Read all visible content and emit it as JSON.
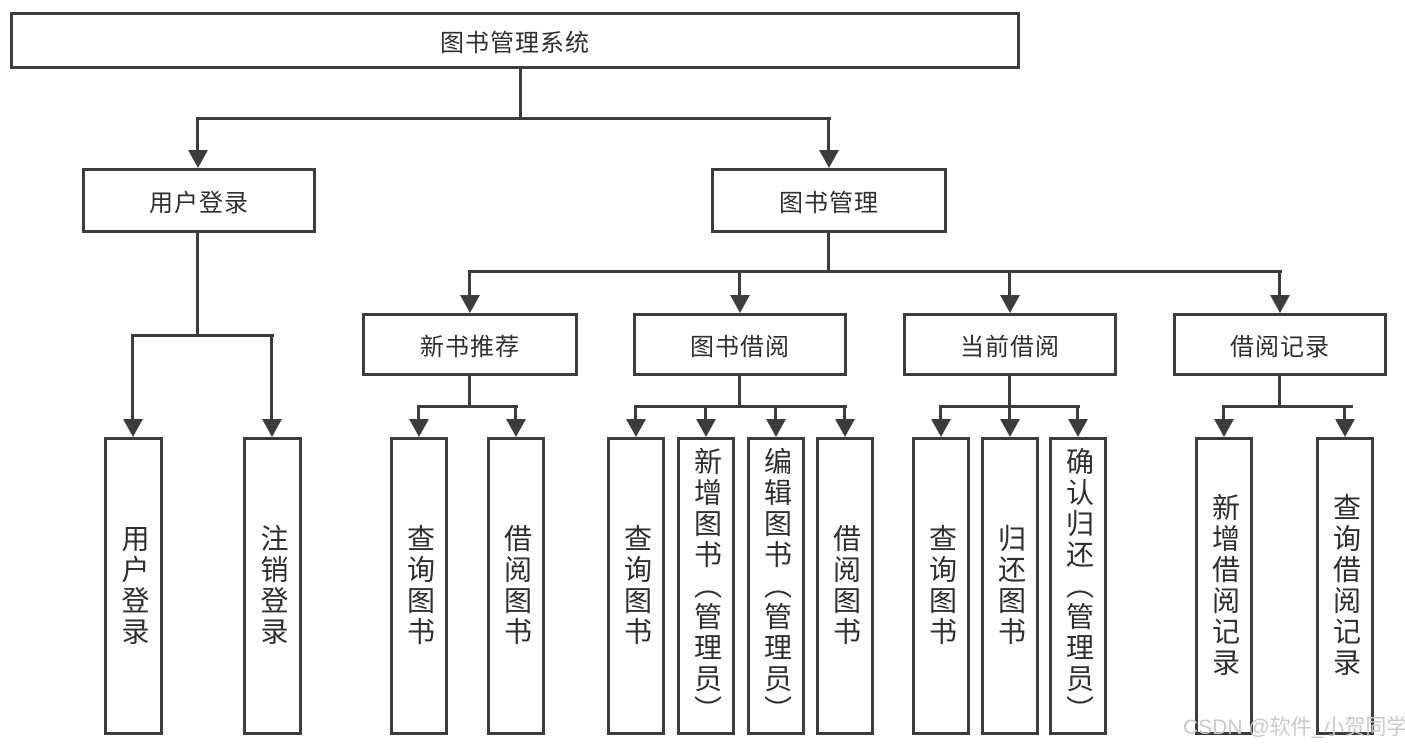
{
  "tree": {
    "root": {
      "label": "图书管理系统"
    },
    "user_login": {
      "label": "用户登录",
      "children": [
        {
          "label": "用户登录"
        },
        {
          "label": "注销登录"
        }
      ]
    },
    "book_management": {
      "label": "图书管理",
      "sections": [
        {
          "label": "新书推荐",
          "children": [
            {
              "label": "查询图书"
            },
            {
              "label": "借阅图书"
            }
          ]
        },
        {
          "label": "图书借阅",
          "children": [
            {
              "label": "查询图书"
            },
            {
              "label": "新增图书（管理员）"
            },
            {
              "label": "编辑图书（管理员）"
            },
            {
              "label": "借阅图书"
            }
          ]
        },
        {
          "label": "当前借阅",
          "children": [
            {
              "label": "查询图书"
            },
            {
              "label": "归还图书"
            },
            {
              "label": "确认归还（管理员）"
            }
          ]
        },
        {
          "label": "借阅记录",
          "children": [
            {
              "label": "新增借阅记录"
            },
            {
              "label": "查询借阅记录"
            }
          ]
        }
      ]
    }
  },
  "watermark": {
    "text": "CSDN @软件_小贺同学"
  },
  "colors": {
    "line": "#3c3c3c",
    "text": "#2f2f2f",
    "watermark": "#c9c9c9",
    "background": "#ffffff"
  }
}
